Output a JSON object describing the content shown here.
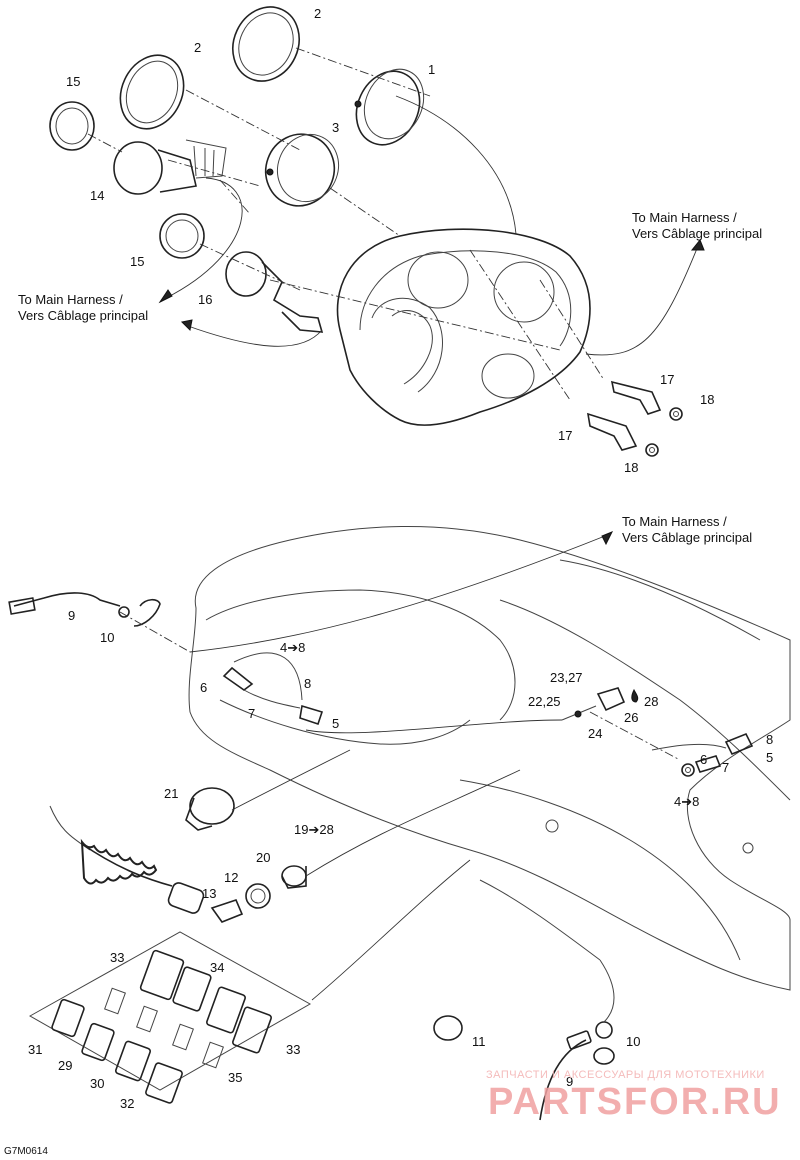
{
  "harness_note": "To Main Harness /",
  "harness_note_fr": "Vers Câblage principal",
  "drawing_code": "G7M0614",
  "watermark": {
    "tagline": "ЗАПЧАСТИ И АКСЕССУАРЫ ДЛЯ МОТОТЕХНИКИ",
    "brand": "PARTSFOR.RU"
  },
  "callouts": {
    "c1": "1",
    "c2a": "2",
    "c2b": "2",
    "c3": "3",
    "c15a": "15",
    "c15b": "15",
    "c14": "14",
    "c16": "16",
    "c17a": "17",
    "c17b": "17",
    "c18a": "18",
    "c18b": "18",
    "c9a": "9",
    "c10a": "10",
    "c4_8a": "4➔8",
    "c6a": "6",
    "c7a": "7",
    "c8a": "8",
    "c5a": "5",
    "c23_27": "23,27",
    "c22_25": "22,25",
    "c28": "28",
    "c26": "26",
    "c24": "24",
    "c8b": "8",
    "c5b": "5",
    "c6b": "6",
    "c7b": "7",
    "c4_8b": "4➔8",
    "c21": "21",
    "c19_28": "19➔28",
    "c20": "20",
    "c12": "12",
    "c13": "13",
    "c33a": "33",
    "c34": "34",
    "c33b": "33",
    "c31": "31",
    "c29": "29",
    "c30": "30",
    "c32": "32",
    "c35": "35",
    "c11": "11",
    "c10b": "10",
    "c9b": "9"
  }
}
